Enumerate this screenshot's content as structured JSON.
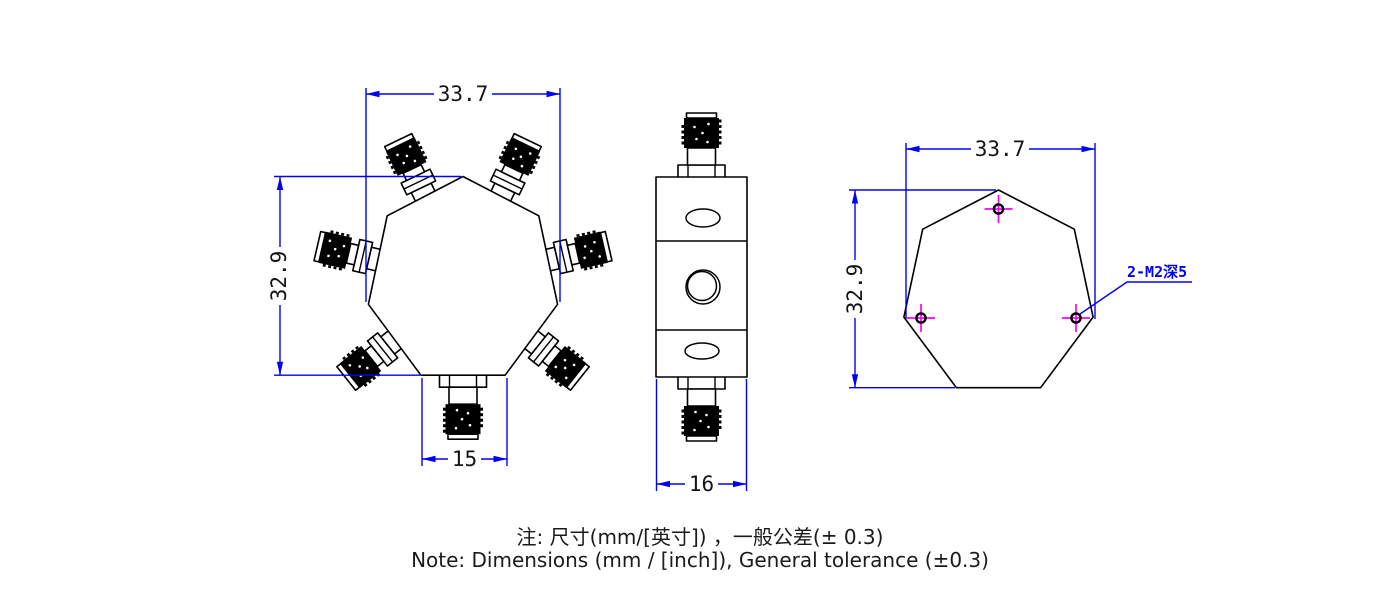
{
  "front_view": {
    "dim_width": "33.7",
    "dim_height": "32.9",
    "dim_port_pitch": "15"
  },
  "side_view": {
    "dim_depth": "16"
  },
  "back_view": {
    "dim_width": "33.7",
    "dim_height": "32.9",
    "callout_screw_holes": "2-M2深5"
  },
  "notes": {
    "line_cn": "注: 尺寸(mm/[英寸]) ，一般公差(± 0.3)",
    "line_en": "Note: Dimensions (mm / [inch]), General tolerance (±0.3)"
  },
  "colors": {
    "dimension_blue": "#0202f2",
    "center_mark_magenta": "#ff00ff",
    "outline_black": "#000000",
    "background": "#ffffff"
  }
}
